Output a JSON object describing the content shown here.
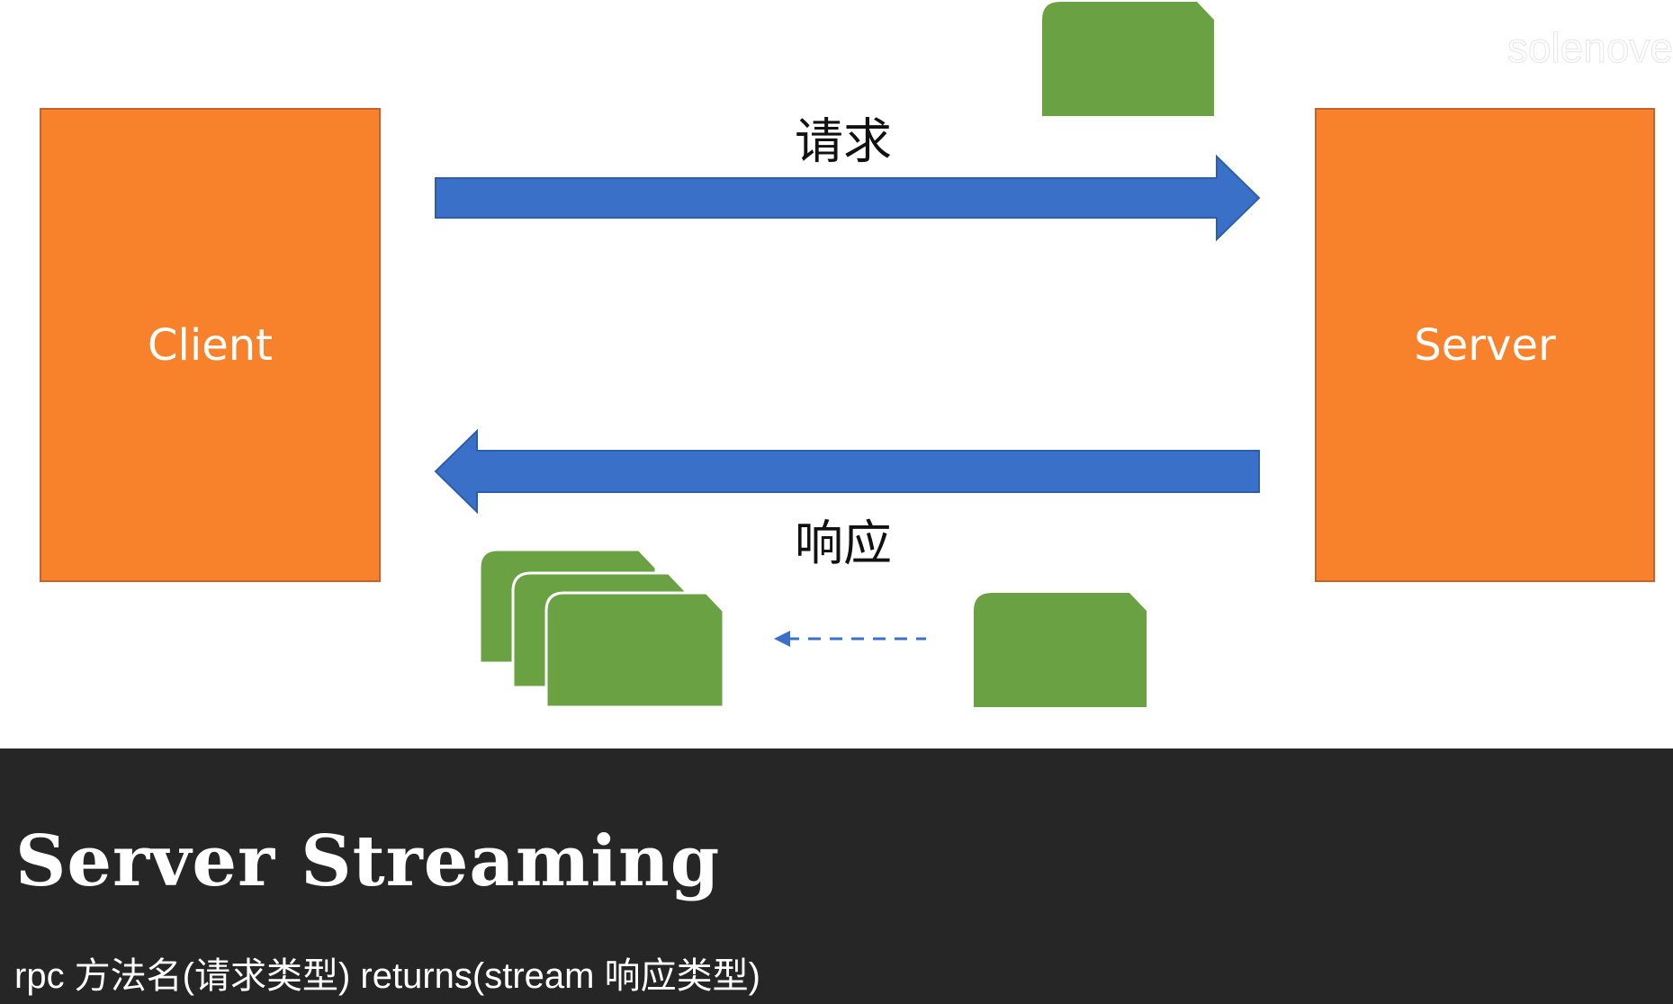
{
  "diagram": {
    "client_label": "Client",
    "server_label": "Server",
    "request_label": "请求",
    "response_label": "响应",
    "watermark": "solenove",
    "colors": {
      "box": "#f8822c",
      "arrow": "#3b70c8",
      "message": "#6aa142",
      "band": "#262626"
    }
  },
  "caption": {
    "title": "Server Streaming",
    "syntax": "rpc 方法名(请求类型) returns(stream 响应类型)"
  }
}
